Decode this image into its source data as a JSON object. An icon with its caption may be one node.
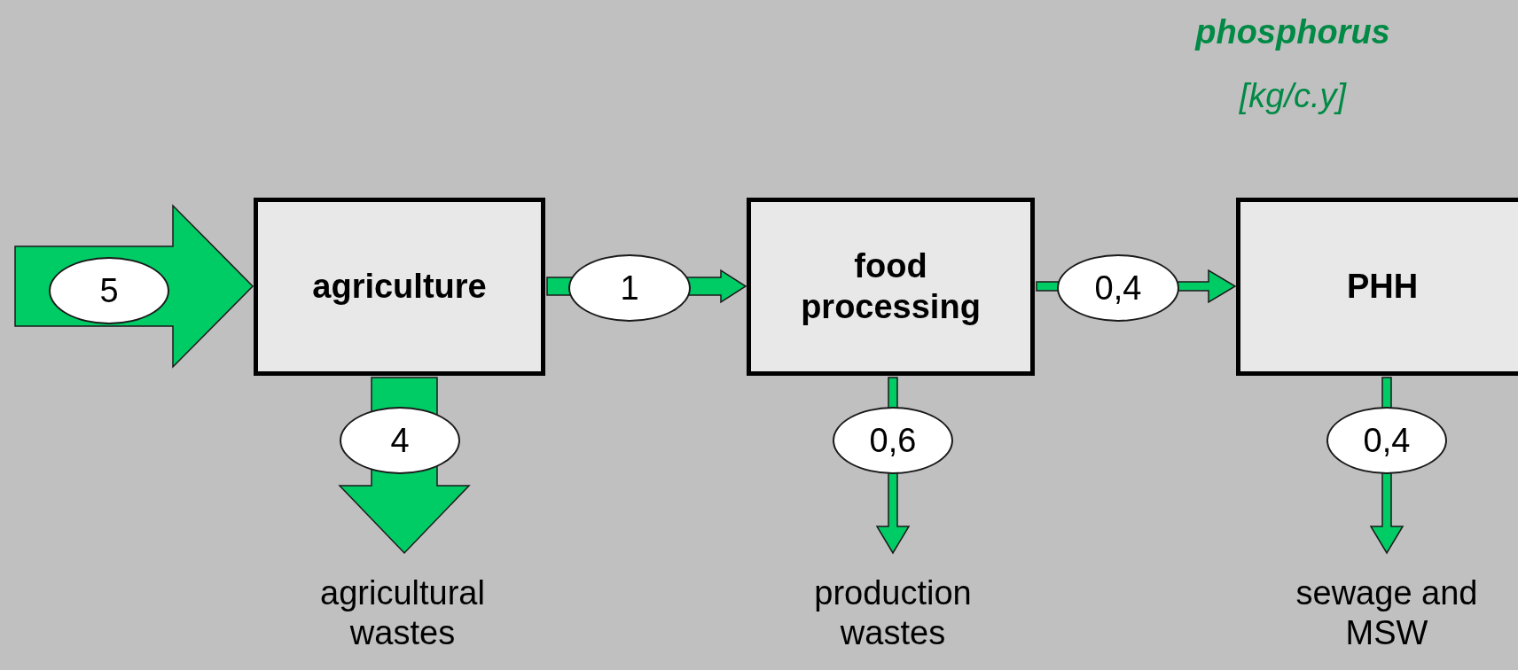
{
  "diagram": {
    "title": "phosphorus",
    "nodes": [
      {
        "text": [
          "agriculture"
        ]
      },
      {
        "text": [
          "food processing"
        ]
      },
      {
        "text": [
          "PHH"
        ]
      },
      {
        "text": [
          "agricultural wastes"
        ]
      },
      {
        "text": [
          "production wastes"
        ]
      },
      {
        "text": [
          "sewage and MSW"
        ]
      }
    ],
    "edges": [
      {
        "from": null,
        "to": 0,
        "arrow": "to",
        "label": "5",
        "style": "thick"
      },
      {
        "from": 0,
        "to": 1,
        "arrow": "to",
        "label": "1"
      },
      {
        "from": 1,
        "to": 2,
        "arrow": "to",
        "label": "0,4"
      },
      {
        "from": 0,
        "to": 3,
        "arrow": "to",
        "label": "4",
        "style": "thick"
      },
      {
        "from": 1,
        "to": 4,
        "arrow": "to",
        "label": "0,6"
      },
      {
        "from": 2,
        "to": 5,
        "arrow": "to",
        "label": "0,4"
      }
    ],
    "labels": [
      "[kg/c.y]"
    ]
  }
}
